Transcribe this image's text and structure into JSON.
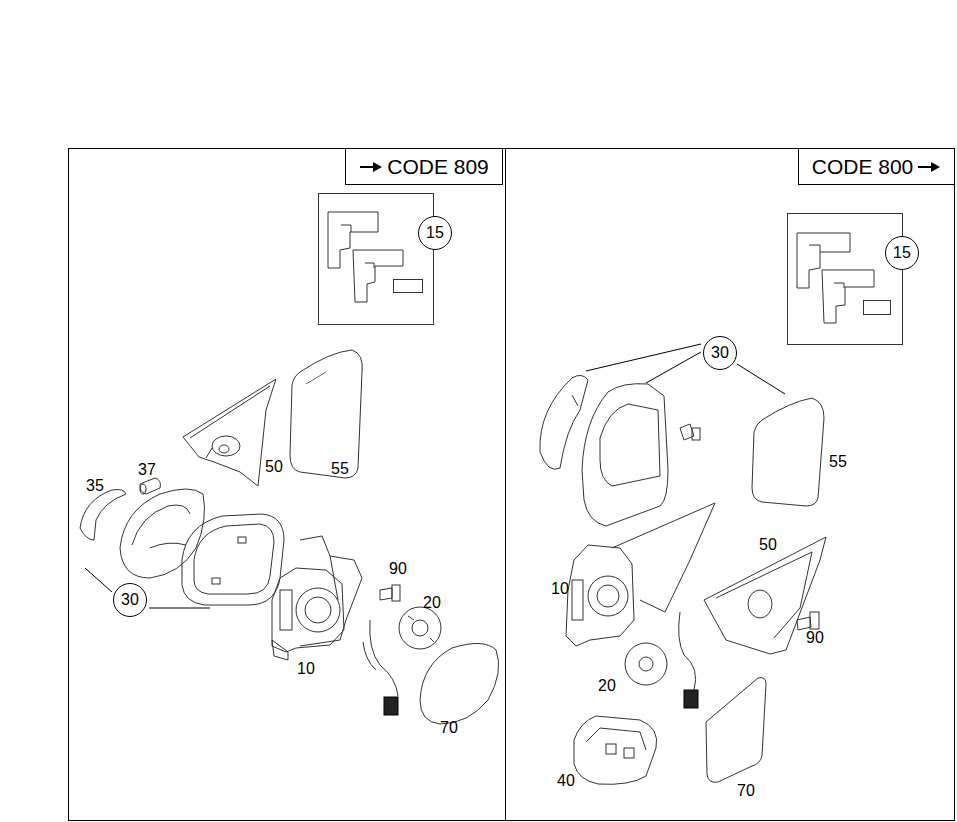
{
  "diagram": {
    "nodes": [
      {
        "text": [
          "CODE 809"
        ]
      },
      {
        "text": [
          "15"
        ]
      },
      {
        "text": [
          "30"
        ]
      },
      {
        "text": [
          "CODE 800"
        ]
      },
      {
        "text": [
          "15"
        ]
      },
      {
        "text": [
          "30"
        ]
      }
    ],
    "labels": [
      "35",
      "37",
      "50",
      "55",
      "90",
      "20",
      "10",
      "70",
      "55",
      "50",
      "10",
      "90",
      "20",
      "40",
      "70"
    ]
  }
}
